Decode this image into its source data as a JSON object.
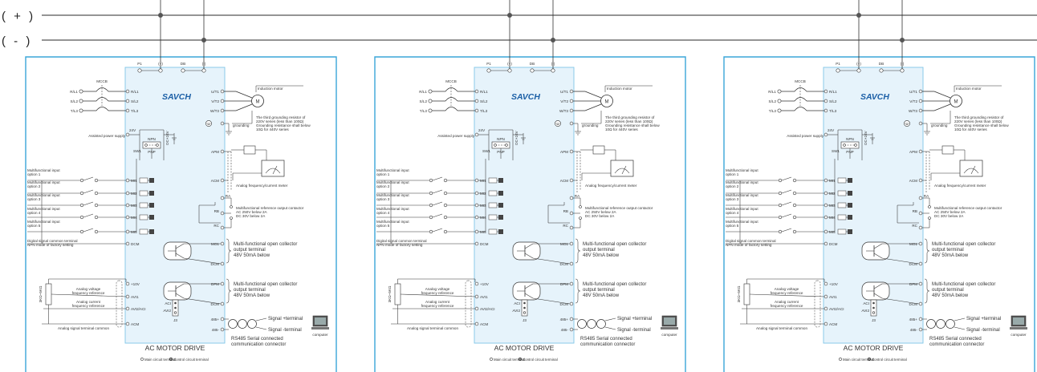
{
  "bus": {
    "positive_label": "( + )",
    "negative_label": "( - )"
  },
  "top_terminals": [
    "P1",
    "(+)",
    "DB",
    "(-)"
  ],
  "mccb_label": "MCCB",
  "input_terminals": [
    {
      "name": "R/L1",
      "inner": "R/L1"
    },
    {
      "name": "S/L2",
      "inner": "S/L2"
    },
    {
      "name": "T/L3",
      "inner": "T/L3"
    }
  ],
  "brand_name": "SAVCH",
  "output_terminals": [
    "U/T1",
    "V/T2",
    "W/T3"
  ],
  "motor": {
    "label": "Induction motor",
    "symbol": "M"
  },
  "grounding": {
    "label": "grounding",
    "note": [
      "The third grounding resistor of",
      "220V series (less than 100Ω)",
      "Grounding resistance shall below",
      "10Ω for 440V series"
    ]
  },
  "assisted_power": {
    "label": "Assisted power supply",
    "voltage": "24V",
    "dc_label": "DC+24V"
  },
  "switch": {
    "npn": "NPN",
    "pnp": "PNP",
    "name": "SW1"
  },
  "inputs": [
    {
      "lines": [
        "Multifunctional input",
        "option 1"
      ],
      "terminal": "MI1"
    },
    {
      "lines": [
        "Multifunctional input",
        "option 2"
      ],
      "terminal": "MI2"
    },
    {
      "lines": [
        "Multifunctional input",
        "option 3"
      ],
      "terminal": "MI3"
    },
    {
      "lines": [
        "Multifunctional input",
        "option 4"
      ],
      "terminal": "MI4"
    },
    {
      "lines": [
        "Multifunctional input",
        "option 5"
      ],
      "terminal": "MI5"
    }
  ],
  "dcm": {
    "terminal": "DCM",
    "lines": [
      "Digital signal common terminal",
      "NPN mode of factory setting"
    ]
  },
  "apm": {
    "terminal": "APM"
  },
  "acm_right": {
    "terminal": "ACM"
  },
  "meter_label": "Analog frequency/current meter",
  "relay": {
    "terminals": [
      "RA",
      "RB",
      "RC"
    ],
    "lines": [
      "Multifunctional reference output contactor",
      "AC 250V below 2A",
      "DC 30V below 2A"
    ]
  },
  "mo1": {
    "terminal": "MO1",
    "dcm": "DCM",
    "lines": [
      "Multi-functional open collector",
      "output terminal",
      "48V 50mA below"
    ]
  },
  "dfm": {
    "terminal": "DFM",
    "dcm": "DCM",
    "lines": [
      "Multi-functional open collector",
      "output terminal",
      "48V 50mA below"
    ]
  },
  "analog": {
    "v10": "+10V",
    "avi1": "AVI1",
    "avi2": "AVI2/ACI",
    "acm": "ACM",
    "pot": "3KΩ~5KΩ",
    "voltage_ref": [
      "Analog voltage",
      "frequency reference"
    ],
    "current_ref": [
      "Analog current",
      "frequency reference"
    ],
    "common": "Analog signal terminal common"
  },
  "jumper": {
    "aci": "ACI",
    "avi2": "AVI2",
    "name": "J3"
  },
  "rs485": {
    "plus": "485+",
    "minus": "485-",
    "signal_plus": "Signal +terminal",
    "signal_minus": "Signal -terminal",
    "lines": [
      "RS485 Serial connected",
      "communication connector"
    ],
    "computer": "computer"
  },
  "drive_title": "AC MOTOR DRIVE",
  "legend": {
    "main": "Main circuit terminal",
    "control": "Control circuit terminal"
  },
  "units": [
    {
      "id": "drive-1"
    },
    {
      "id": "drive-2"
    },
    {
      "id": "drive-3"
    }
  ]
}
